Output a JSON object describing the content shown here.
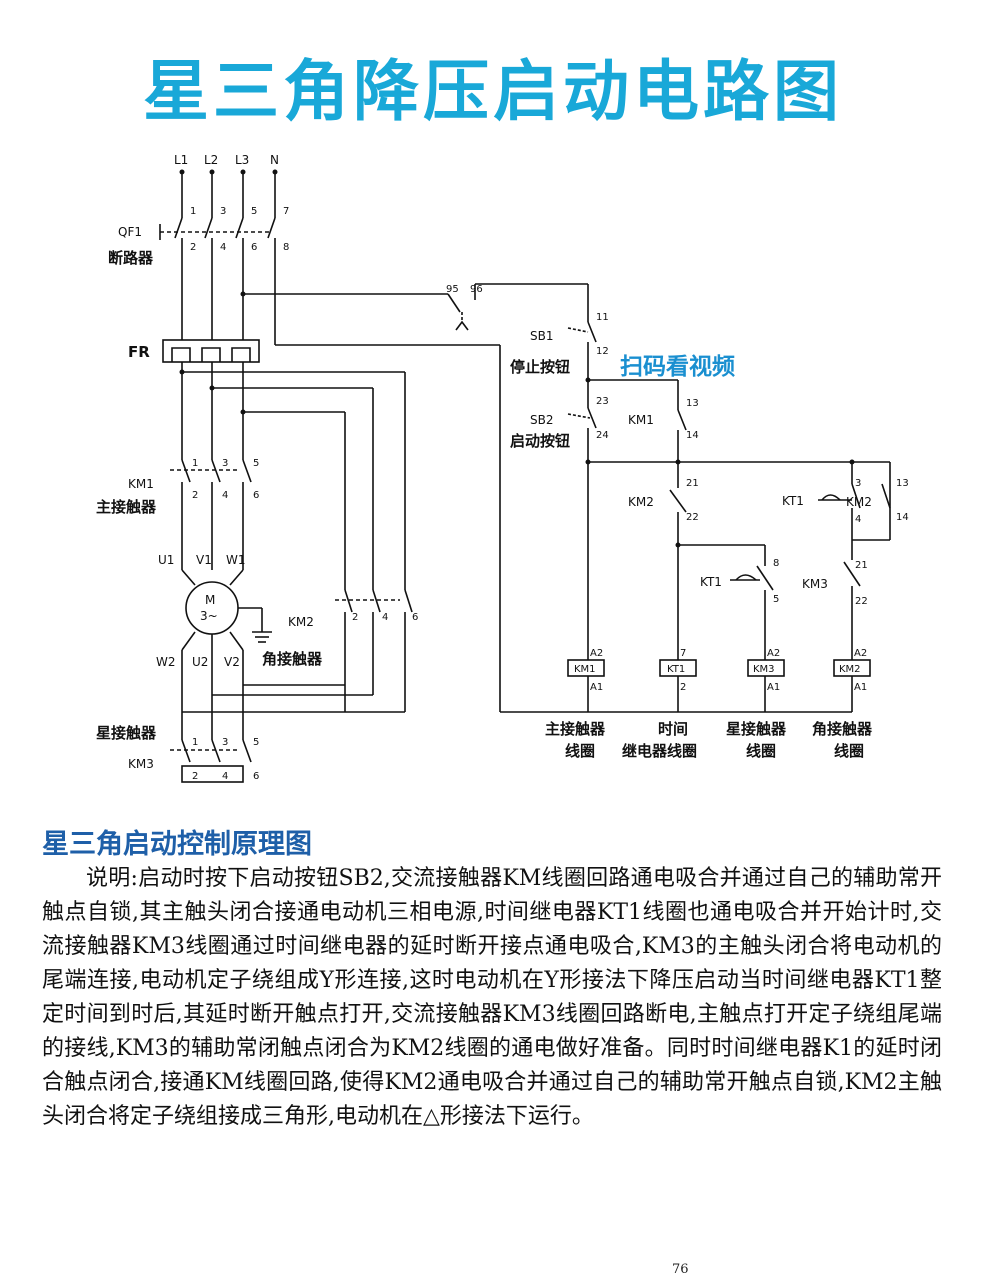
{
  "title": "星三角降压启动电路图",
  "supply": {
    "l1": "L1",
    "l2": "L2",
    "l3": "L3",
    "n": "N"
  },
  "breaker": {
    "name": "QF1",
    "label": "断路器",
    "t1": "1",
    "t3": "3",
    "t5": "5",
    "t7": "7",
    "t2": "2",
    "t4": "4",
    "t6": "6",
    "t8": "8"
  },
  "overload": {
    "name": "FR",
    "t95": "95",
    "t96": "96"
  },
  "km1_main": {
    "name": "KM1",
    "label": "主接触器",
    "t1": "1",
    "t3": "3",
    "t5": "5",
    "t2": "2",
    "t4": "4",
    "t6": "6"
  },
  "motor": {
    "m": "M",
    "phase": "3~",
    "u1": "U1",
    "v1": "V1",
    "w1": "W1",
    "w2": "W2",
    "u2": "U2",
    "v2": "V2"
  },
  "km2_main": {
    "name": "KM2",
    "label": "角接触器",
    "t2": "2",
    "t4": "4",
    "t6": "6"
  },
  "km3_main": {
    "name": "KM3",
    "label": "星接触器",
    "t1": "1",
    "t3": "3",
    "t5": "5",
    "t2": "2",
    "t4": "4",
    "t6": "6"
  },
  "sb1": {
    "name": "SB1",
    "label": "停止按钮",
    "t11": "11",
    "t12": "12"
  },
  "sb2": {
    "name": "SB2",
    "label": "启动按钮",
    "t23": "23",
    "t24": "24"
  },
  "km1_aux": {
    "name": "KM1",
    "t13": "13",
    "t14": "14"
  },
  "km2_aux": {
    "name": "KM2",
    "t21": "21",
    "t22": "22"
  },
  "kt1_left": {
    "name": "KT1",
    "t8": "8",
    "t5": "5"
  },
  "kt1_right": {
    "name": "KT1",
    "t3": "3",
    "t4": "4"
  },
  "km2_right": {
    "name": "KM2",
    "t13": "13",
    "t14": "14"
  },
  "km3_aux": {
    "name": "KM3",
    "t21": "21",
    "t22": "22"
  },
  "coils": [
    {
      "name": "KM1",
      "a2": "A2",
      "a1": "A1",
      "label1": "主接触器",
      "label2": "线圈"
    },
    {
      "name": "KT1",
      "a2": "7",
      "a1": "2",
      "label1": "时间",
      "label2": "继电器线圈"
    },
    {
      "name": "KM3",
      "a2": "A2",
      "a1": "A1",
      "label1": "星接触器",
      "label2": "线圈"
    },
    {
      "name": "KM2",
      "a2": "A2",
      "a1": "A1",
      "label1": "角接触器",
      "label2": "线圈"
    }
  ],
  "scan_label": "扫码看视频",
  "section_heading": "星三角启动控制原理图",
  "description": "说明:启动时按下启动按钮SB2,交流接触器KM线圈回路通电吸合并通过自己的辅助常开触点自锁,其主触头闭合接通电动机三相电源,时间继电器KT1线圈也通电吸合并开始计时,交流接触器KM3线圈通过时间继电器的延时断开接点通电吸合,KM3的主触头闭合将电动机的尾端连接,电动机定子绕组成Y形连接,这时电动机在Y形接法下降压启动当时间继电器KT1整定时间到时后,其延时断开触点打开,交流接触器KM3线圈回路断电,主触点打开定子绕组尾端的接线,KM3的辅助常闭触点闭合为KM2线圈的通电做好准备。同时时间继电器K1的延时闭合触点闭合,接通KM线圈回路,使得KM2通电吸合并通过自己的辅助常开触点自锁,KM2主触头闭合将定子绕组接成三角形,电动机在△形接法下运行。",
  "page_number": "76",
  "colors": {
    "title": "#19a8d8",
    "heading": "#1e5fa8",
    "scan": "#1a8fd0"
  }
}
